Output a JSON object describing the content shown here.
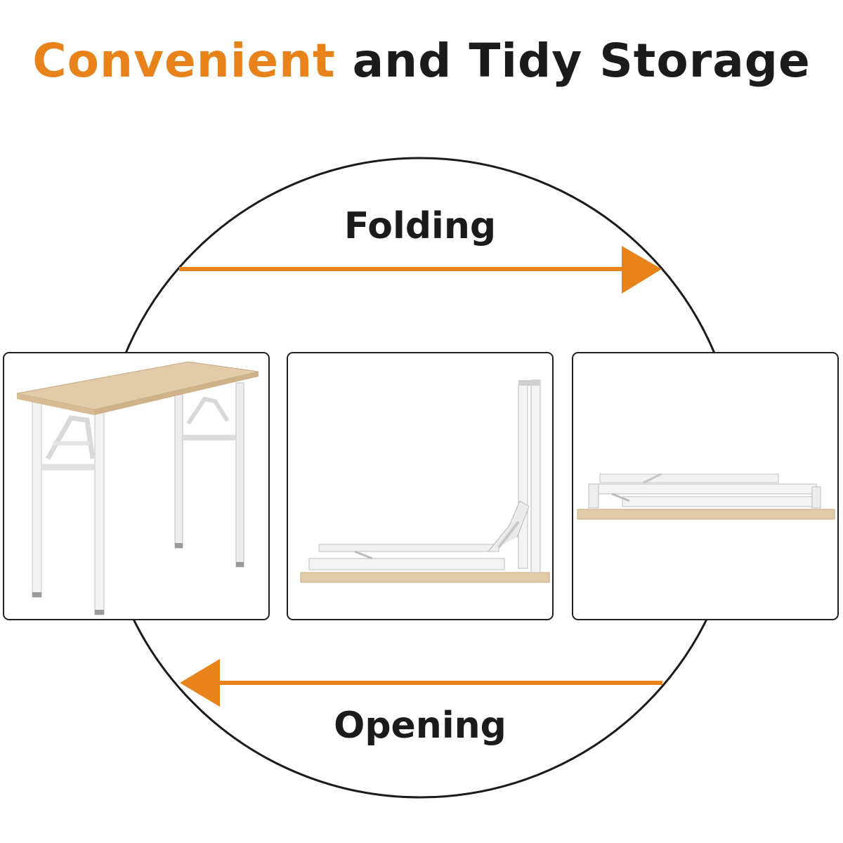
{
  "heading": {
    "accent": "Convenient",
    "rest": "and Tidy Storage"
  },
  "labels": {
    "top": "Folding",
    "bottom": "Opening"
  },
  "colors": {
    "accent": "#e8821a",
    "text": "#1b1b1b",
    "outline": "#222222",
    "wood": "#e2cba9",
    "frame": "#f2f2f2"
  },
  "panels": [
    {
      "name": "unfolded-table"
    },
    {
      "name": "half-folded-table"
    },
    {
      "name": "folded-table"
    }
  ]
}
